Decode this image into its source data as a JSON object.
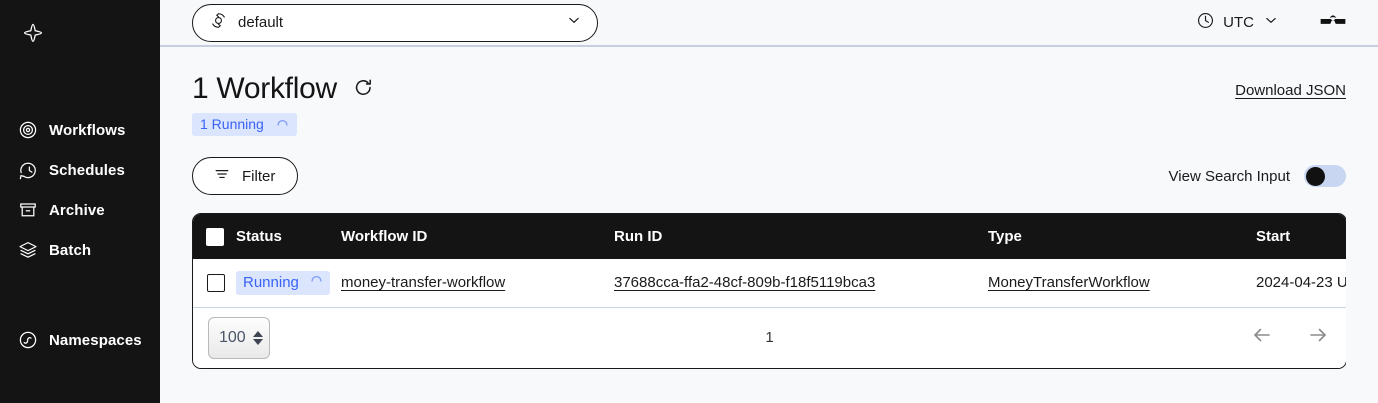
{
  "sidebar": {
    "logo_icon": "temporal-logo-icon",
    "primary_items": [
      {
        "label": "Workflows",
        "icon": "workflows-icon"
      },
      {
        "label": "Schedules",
        "icon": "schedules-icon"
      },
      {
        "label": "Archive",
        "icon": "archive-icon"
      },
      {
        "label": "Batch",
        "icon": "batch-icon"
      }
    ],
    "secondary_items": [
      {
        "label": "Namespaces",
        "icon": "namespaces-icon"
      }
    ]
  },
  "topbar": {
    "namespace": {
      "value": "default",
      "icon": "namespace-icon",
      "chevron": "chevron-down-icon"
    },
    "timezone": {
      "value": "UTC",
      "icon": "clock-icon",
      "chevron": "chevron-down-icon"
    },
    "glasses_icon": "glasses-icon"
  },
  "header": {
    "title": "1 Workflow",
    "refresh_icon": "refresh-icon",
    "download_label": "Download JSON",
    "status_badge": {
      "label": "1 Running",
      "icon": "spinner-arc-icon",
      "color": "#3b62f6",
      "background": "#dbe5fd"
    }
  },
  "controls": {
    "filter_label": "Filter",
    "filter_icon": "filter-icon",
    "toggle_label": "View Search Input",
    "toggle_state": "off"
  },
  "table": {
    "columns": [
      "Status",
      "Workflow ID",
      "Run ID",
      "Type",
      "Start"
    ],
    "rows": [
      {
        "status": "Running",
        "status_icon": "spinner-arc-icon",
        "workflow_id": "money-transfer-workflow",
        "run_id": "37688cca-ffa2-48cf-809b-f18f5119bca3",
        "type": "MoneyTransferWorkflow",
        "start": "2024-04-23 U"
      }
    ]
  },
  "pagination": {
    "page_size": "100",
    "page_number": "1",
    "prev_icon": "arrow-left-icon",
    "next_icon": "arrow-right-icon"
  }
}
